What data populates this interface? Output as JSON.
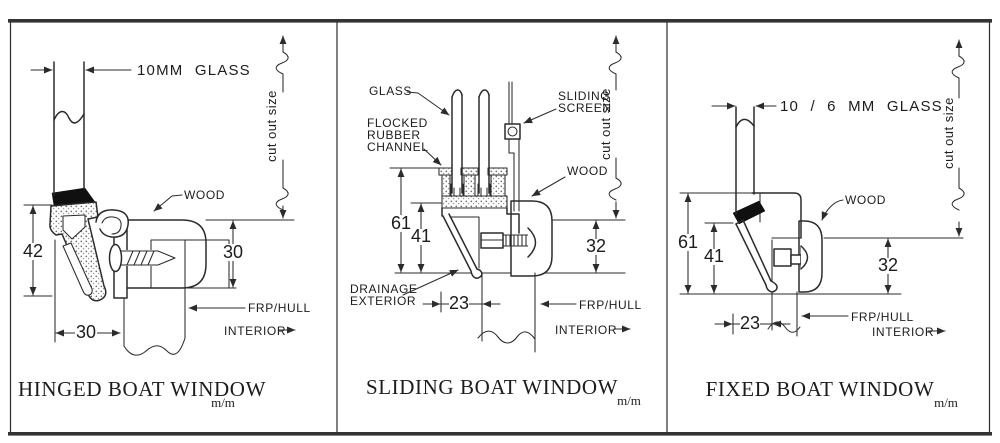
{
  "diagram": {
    "panels": [
      {
        "title": "HINGED BOAT WINDOW",
        "units": "m/m",
        "labels": {
          "glass": "10MM GLASS",
          "wood": "WOOD",
          "hull": "FRP/HULL",
          "interior": "INTERIOR",
          "cut_out": "cut out size"
        },
        "dimensions": {
          "frame_height": "42",
          "wood_depth": "30",
          "frame_width": "30"
        }
      },
      {
        "title": "SLIDING BOAT WINDOW",
        "units": "m/m",
        "labels": {
          "glass": "GLASS",
          "flocked_line1": "FLOCKED",
          "flocked_line2": "RUBBER",
          "flocked_line3": "CHANNEL",
          "screen_line1": "SLIDING",
          "screen_line2": "SCREEN",
          "wood": "WOOD",
          "drainage_line1": "DRAINAGE",
          "drainage_line2": "EXTERIOR",
          "hull": "FRP/HULL",
          "interior": "INTERIOR",
          "cut_out": "cut out size"
        },
        "dimensions": {
          "overall_height": "61",
          "inner_height": "41",
          "wood_depth": "32",
          "frame_width": "23"
        }
      },
      {
        "title": "FIXED BOAT WINDOW",
        "units": "m/m",
        "labels": {
          "glass": "10 / 6 MM GLASS",
          "wood": "WOOD",
          "hull": "FRP/HULL",
          "interior": "INTERIOR",
          "cut_out": "cut out size"
        },
        "dimensions": {
          "overall_height": "61",
          "inner_height": "41",
          "wood_depth": "32",
          "frame_width": "23"
        }
      }
    ],
    "colors": {
      "line": "#2b2b2b",
      "text": "#1c1c1c",
      "seal": "#101010",
      "background": "#ffffff"
    }
  }
}
